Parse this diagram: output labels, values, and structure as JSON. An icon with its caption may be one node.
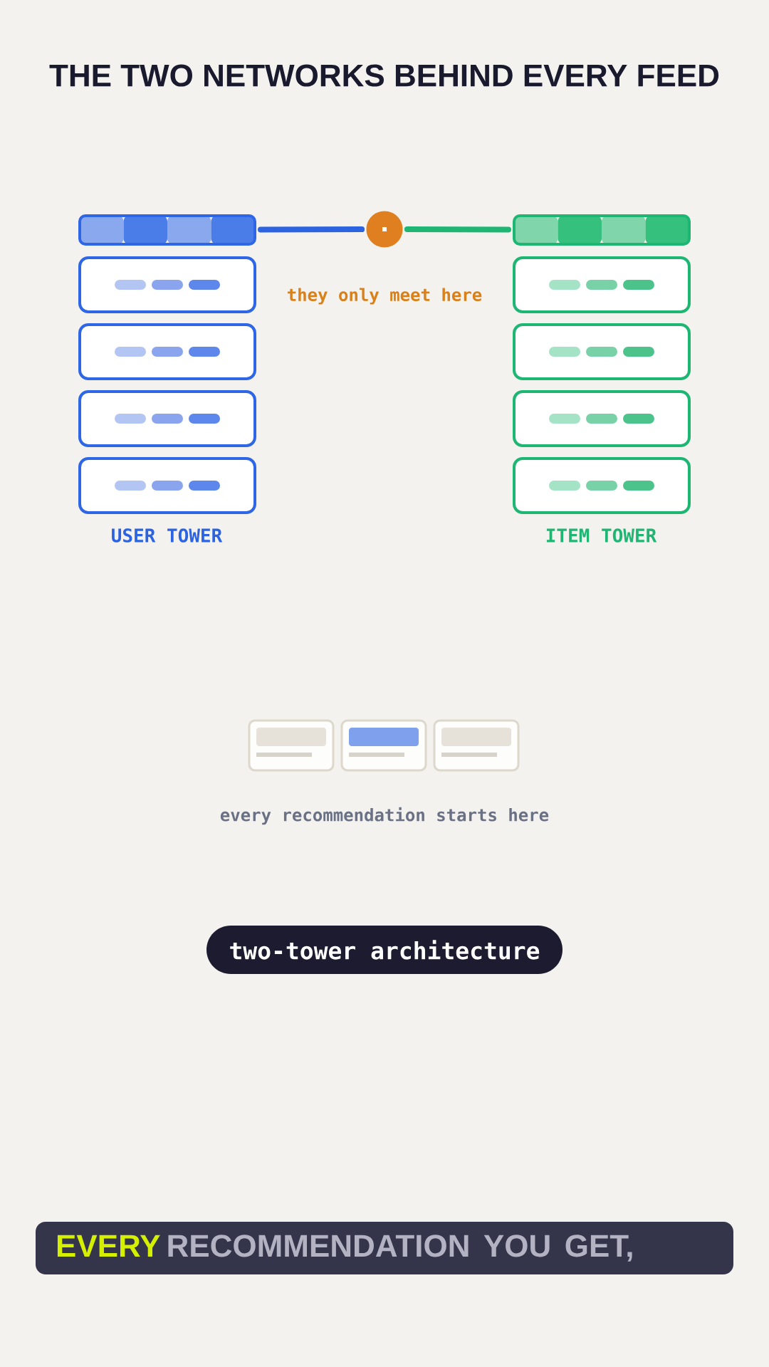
{
  "diagram": {
    "title": "THE TWO NETWORKS BEHIND EVERY FEED",
    "nodes": [
      {
        "text": [],
        "shape": "bar"
      },
      {
        "text": [],
        "shape": "circle",
        "beside": [
          "they only meet here"
        ]
      },
      {
        "text": [],
        "shape": "bar"
      },
      {
        "text": [],
        "shape": "box"
      },
      {
        "text": [],
        "shape": "box"
      },
      {
        "text": [],
        "shape": "box"
      },
      {
        "text": [],
        "shape": "box"
      },
      {
        "text": [],
        "shape": "box"
      },
      {
        "text": [],
        "shape": "box"
      },
      {
        "text": [],
        "shape": "box"
      },
      {
        "text": [],
        "shape": "box"
      },
      {
        "text": [
          "two-tower architecture"
        ]
      },
      {
        "text": [
          "EVERY",
          "RECOMMENDATION YOU GET,"
        ]
      }
    ],
    "edges": [
      {
        "from": 0,
        "to": 1,
        "arrow": "none",
        "color": "#2b63e0"
      },
      {
        "from": 1,
        "to": 2,
        "arrow": "none",
        "color": "#1fb573"
      }
    ],
    "labels": [
      "USER TOWER",
      "ITEM TOWER",
      "every recommendation starts here"
    ]
  }
}
